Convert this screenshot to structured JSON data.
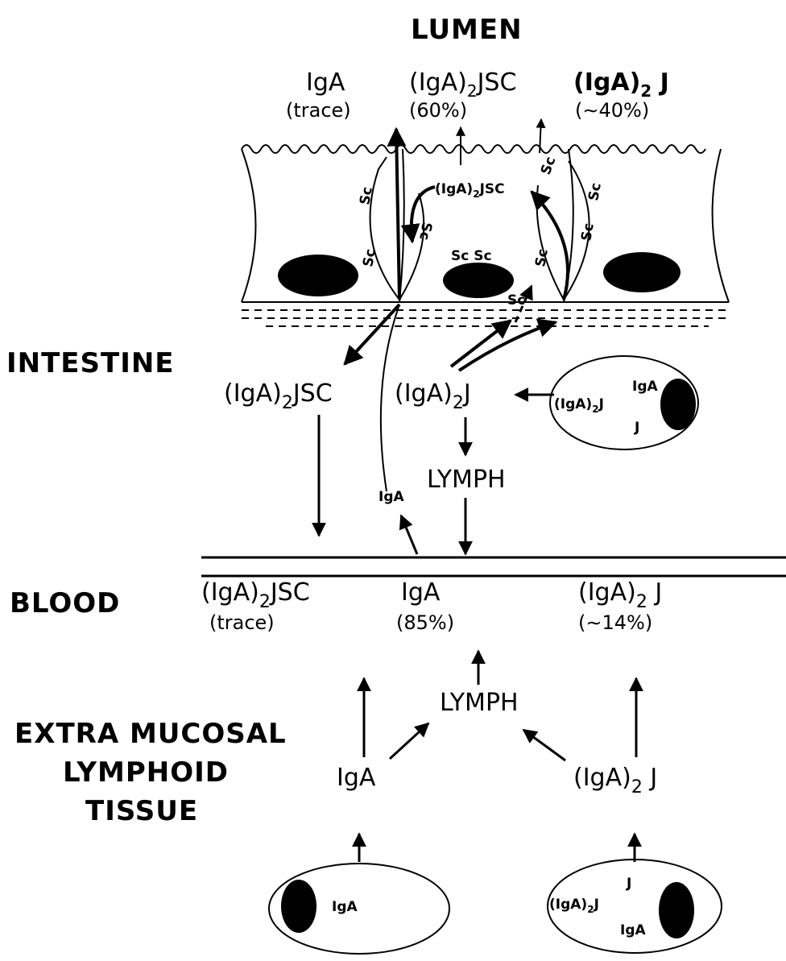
{
  "regions": {
    "lumen": "LUMEN",
    "intestine": "INTESTINE",
    "blood": "BLOOD",
    "extra_line1": "EXTRA MUCOSAL",
    "extra_line2": "LYMPHOID",
    "extra_line3": "TISSUE"
  },
  "lumen": {
    "iga": {
      "name": "IgA",
      "share": "(trace)"
    },
    "iga2jsc": {
      "name": "(IgA)",
      "sub": "2",
      "suffix": "JSC",
      "share": "(60%)"
    },
    "iga2j": {
      "name": "(IgA)",
      "sub": "2",
      "suffix": " J",
      "share": "(∼40%)"
    }
  },
  "epithelium": {
    "sc": "Sc",
    "sc_pair": "Sc Sc",
    "complex": {
      "name": "(IgA)",
      "sub": "2",
      "suffix": "JSC"
    }
  },
  "intestine_labels": {
    "iga2jsc": {
      "name": "(IgA)",
      "sub": "2",
      "suffix": "JSC"
    },
    "iga2j": {
      "name": "(IgA)",
      "sub": "2",
      "suffix": "J"
    },
    "lymph": "LYMPH",
    "iga_small": "IgA"
  },
  "plasma_cell_intestine": {
    "iga2j": {
      "name": "(IgA)",
      "sub": "2",
      "suffix": "J"
    },
    "iga": "IgA",
    "j": "J"
  },
  "blood": {
    "iga2jsc": {
      "name": "(IgA)",
      "sub": "2",
      "suffix": "JSC",
      "share": "(trace)"
    },
    "iga": {
      "name": "IgA",
      "share": "(85%)"
    },
    "iga2j": {
      "name": "(IgA)",
      "sub": "2",
      "suffix": " J",
      "share": "(∼14%)"
    }
  },
  "extra_mucosal": {
    "lymph": "LYMPH",
    "iga": "IgA",
    "iga2j": {
      "name": "(IgA)",
      "sub": "2",
      "suffix": " J"
    }
  },
  "cells_bottom": {
    "left": {
      "iga": "IgA"
    },
    "right": {
      "iga2j": {
        "name": "(IgA)",
        "sub": "2",
        "suffix": "J"
      },
      "j": "J",
      "iga": "IgA"
    }
  }
}
